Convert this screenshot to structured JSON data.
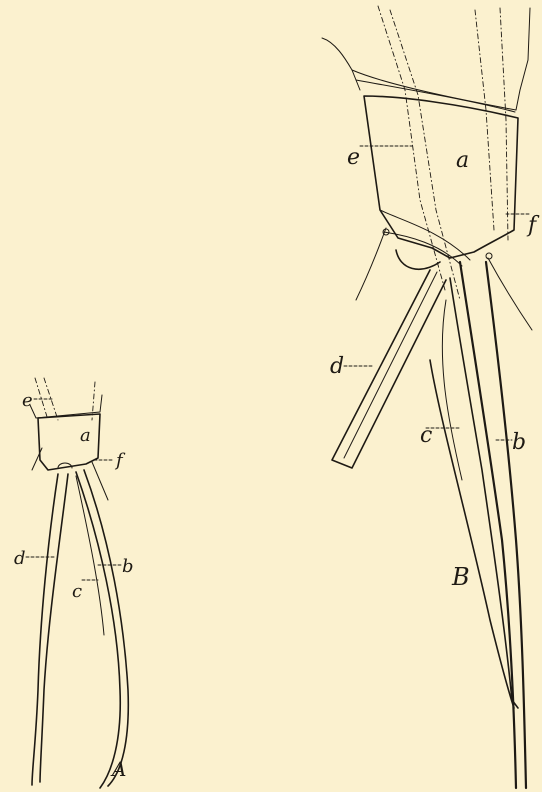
{
  "figure": {
    "panel_a": {
      "caption": "A",
      "labels": {
        "a": "a",
        "b": "b",
        "c": "c",
        "d": "d",
        "e": "e",
        "f": "f"
      }
    },
    "panel_b": {
      "caption": "B",
      "labels": {
        "a": "a",
        "b": "b",
        "c": "c",
        "d": "d",
        "e": "e",
        "f": "f"
      }
    }
  },
  "colors": {
    "paper": "#fbf1cf",
    "ink": "#1e1a14"
  }
}
